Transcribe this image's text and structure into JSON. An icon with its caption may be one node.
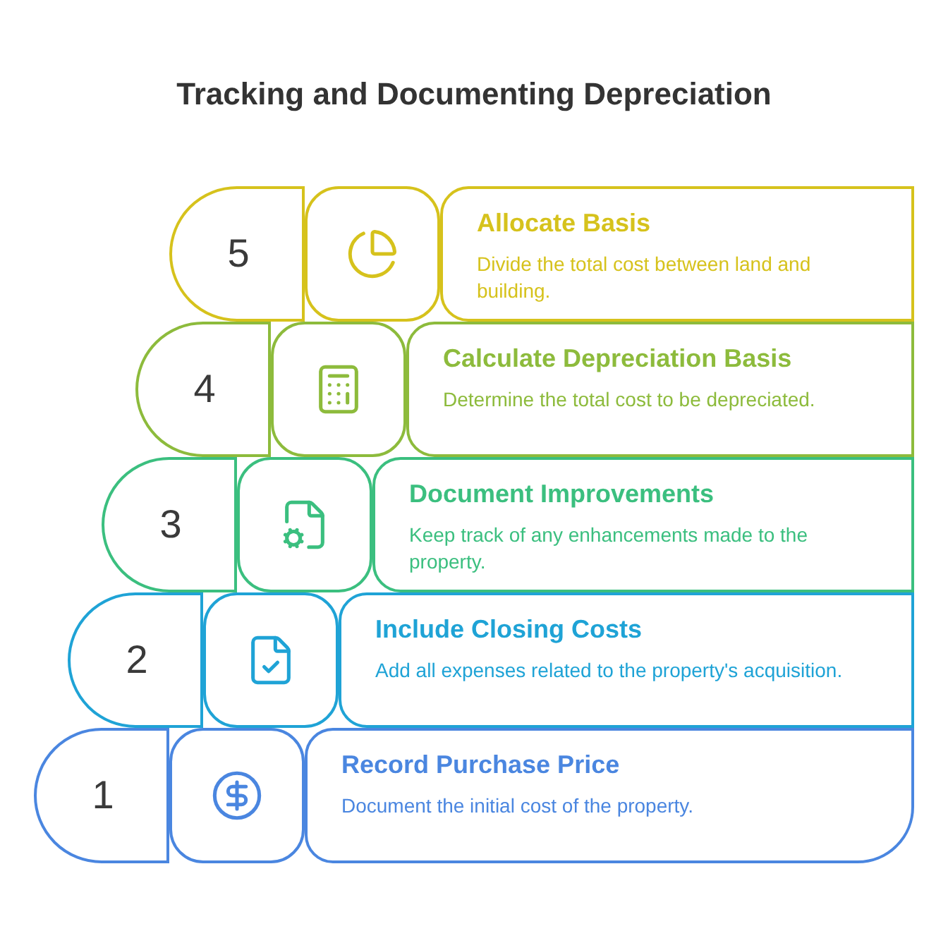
{
  "diagram": {
    "title": "Tracking and Documenting Depreciation",
    "nodes": [
      {
        "text": [
          "5"
        ]
      },
      {
        "text": [
          "Allocate Basis",
          "Divide the total cost between land and building."
        ]
      },
      {
        "text": [
          "4"
        ]
      },
      {
        "text": [
          "Calculate Depreciation Basis",
          "Determine the total cost to be depreciated."
        ]
      },
      {
        "text": [
          "3"
        ]
      },
      {
        "text": [
          "Document Improvements",
          "Keep track of any enhancements made to the property."
        ]
      },
      {
        "text": [
          "2"
        ]
      },
      {
        "text": [
          "Include Closing Costs",
          "Add all expenses related to the property's acquisition."
        ]
      },
      {
        "text": [
          "1"
        ]
      },
      {
        "text": [
          "Record Purchase Price",
          "Document the initial cost of the property."
        ]
      }
    ]
  }
}
